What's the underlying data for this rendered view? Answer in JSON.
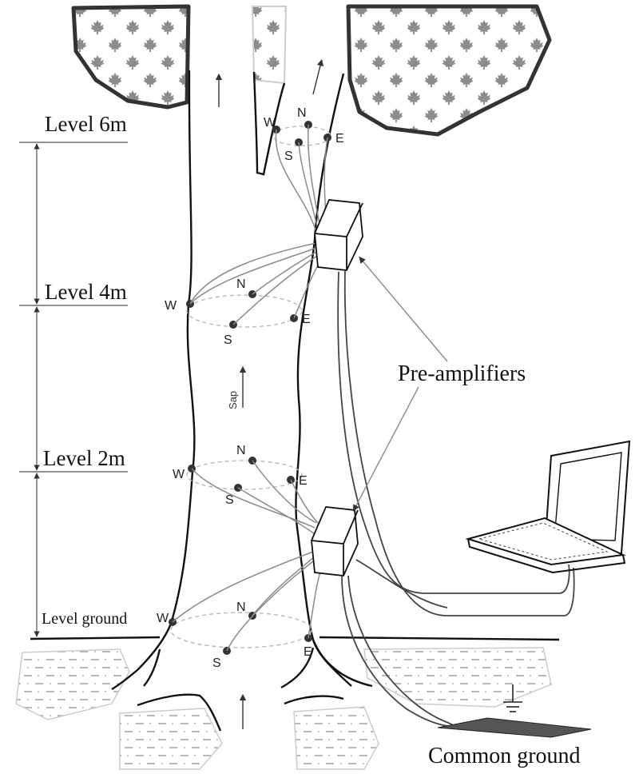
{
  "levels": {
    "level_6m": "Level 6m",
    "level_4m": "Level 4m",
    "level_2m": "Level 2m",
    "level_ground": "Level ground"
  },
  "directions": {
    "north": "N",
    "south": "S",
    "east": "E",
    "west": "W"
  },
  "labels": {
    "pre_amplifiers": "Pre-amplifiers",
    "common_ground": "Common ground",
    "sap": "Sap"
  },
  "colors": {
    "ink": "#111111",
    "wire": "#8a8a8a",
    "leaf": "#8c8c8c",
    "soil_pattern": "#a0a0a0"
  }
}
